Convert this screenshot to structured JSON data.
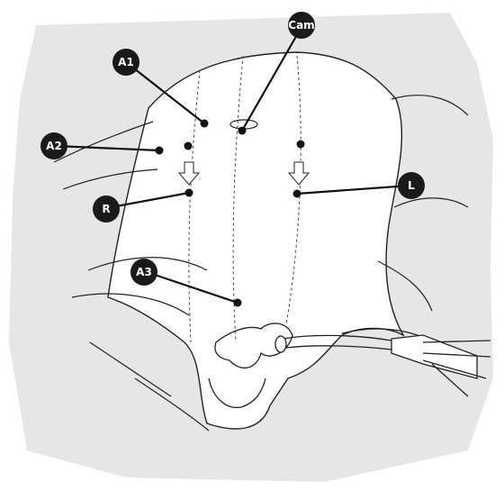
{
  "figure": {
    "labels": {
      "cam": "Cam",
      "a1": "A1",
      "a2": "A2",
      "a3": "A3",
      "r": "R",
      "l": "L"
    }
  }
}
